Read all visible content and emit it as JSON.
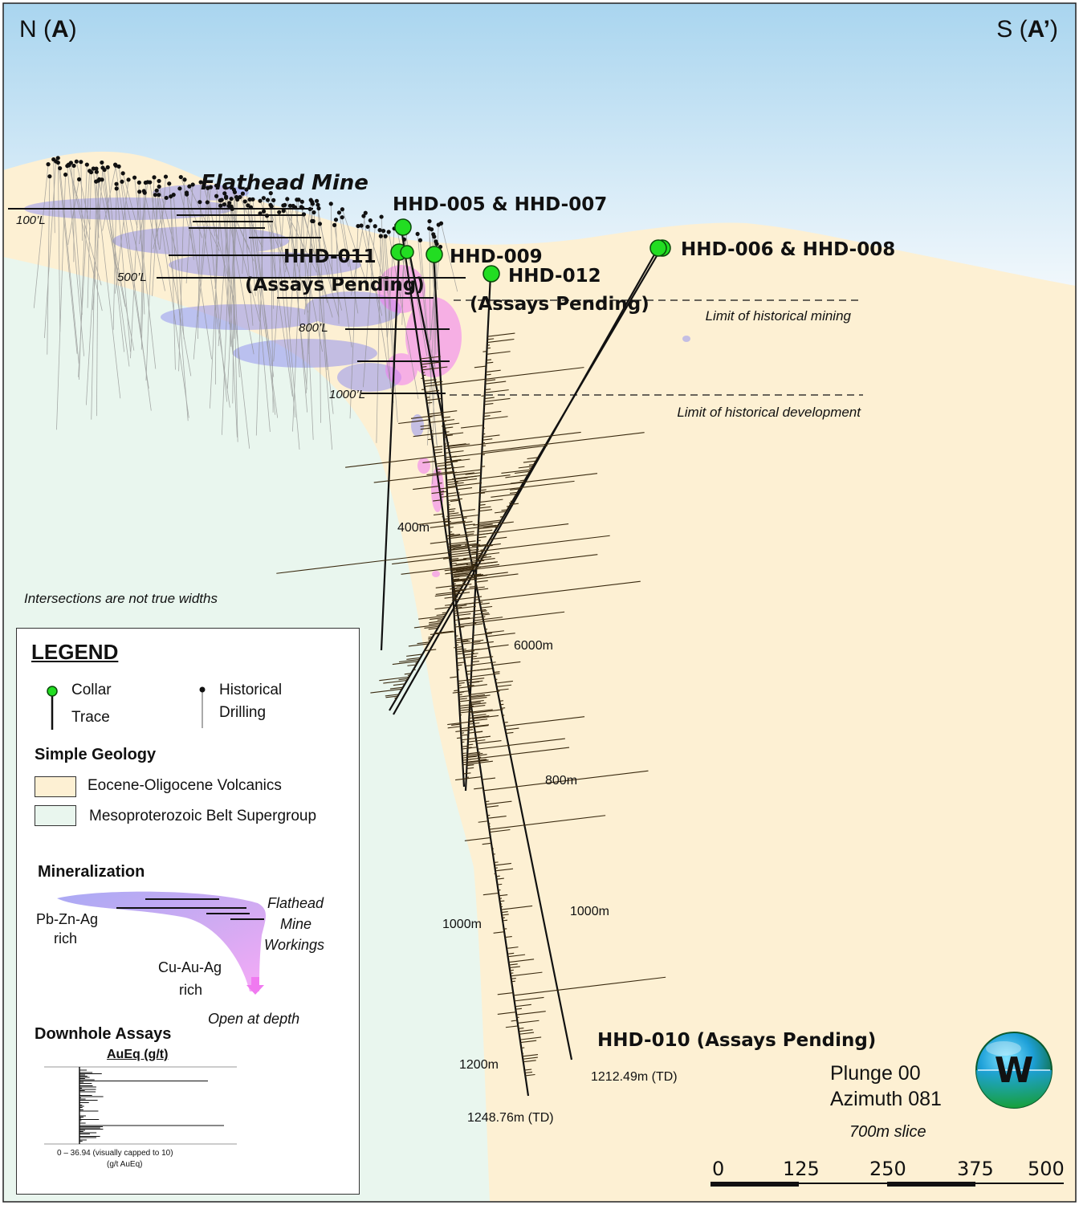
{
  "header": {
    "left_prefix": "N (",
    "left_bold": "A",
    "left_suffix": ")",
    "right_prefix": "S (",
    "right_bold": "A’",
    "right_suffix": ")"
  },
  "labels": {
    "mine": "Flathead Mine",
    "levels": [
      "100’L",
      "500’L",
      "800’L",
      "1000’L"
    ],
    "hhd005_007": "HHD-005 & HHD-007",
    "hhd011": "HHD-011",
    "hhd011_status": "(Assays Pending)",
    "hhd009": "HHD-009",
    "hhd012": "HHD-012",
    "hhd012_status": "(Assays Pending)",
    "hhd006_008": "HHD-006 & HHD-008",
    "hhd010": "HHD-010 (Assays Pending)",
    "limit_mining": "Limit of historical mining",
    "limit_development": "Limit of historical development",
    "widths_note": "Intersections are not true widths",
    "depths": [
      "400m",
      "6000m",
      "800m",
      "1000m",
      "1000m",
      "1200m"
    ],
    "td_1": "1212.49m (TD)",
    "td_2": "1248.76m (TD)",
    "plunge": "Plunge 00",
    "azimuth": "Azimuth 081",
    "slice": "700m slice",
    "scale_ticks": [
      "0",
      "125",
      "250",
      "375",
      "500"
    ],
    "logo_letter": "W"
  },
  "legend": {
    "title": "LEGEND",
    "collar": "Collar",
    "trace": "Trace",
    "historical": "Historical",
    "drilling": "Drilling",
    "geology_title": "Simple Geology",
    "eocene": "Eocene-Oligocene Volcanics",
    "meso": "Mesoproterozoic Belt Supergroup",
    "min_title": "Mineralization",
    "pbzn": "Pb-Zn-Ag",
    "pbzn_rich": "rich",
    "workings_1": "Flathead",
    "workings_2": "Mine",
    "workings_3": "Workings",
    "cuau": "Cu-Au-Ag",
    "cuau_rich": "rich",
    "open_depth": "Open at depth",
    "assays_title": "Downhole Assays",
    "assays_unit": "AuEq (g/t)",
    "assays_range": "0 – 36.94 (visually capped to 10)",
    "assays_units2": "(g/t AuEq)"
  },
  "colors": {
    "sky_top": "#a9d5ef",
    "sky_bottom": "#eef6fb",
    "volcanics": "#fdf0d3",
    "belt": "#e9f6ee",
    "collar": "#22dd22",
    "pbzn": "#8f8ff0",
    "cuau": "#f07af0",
    "assay_trace": "#3a2a10"
  }
}
